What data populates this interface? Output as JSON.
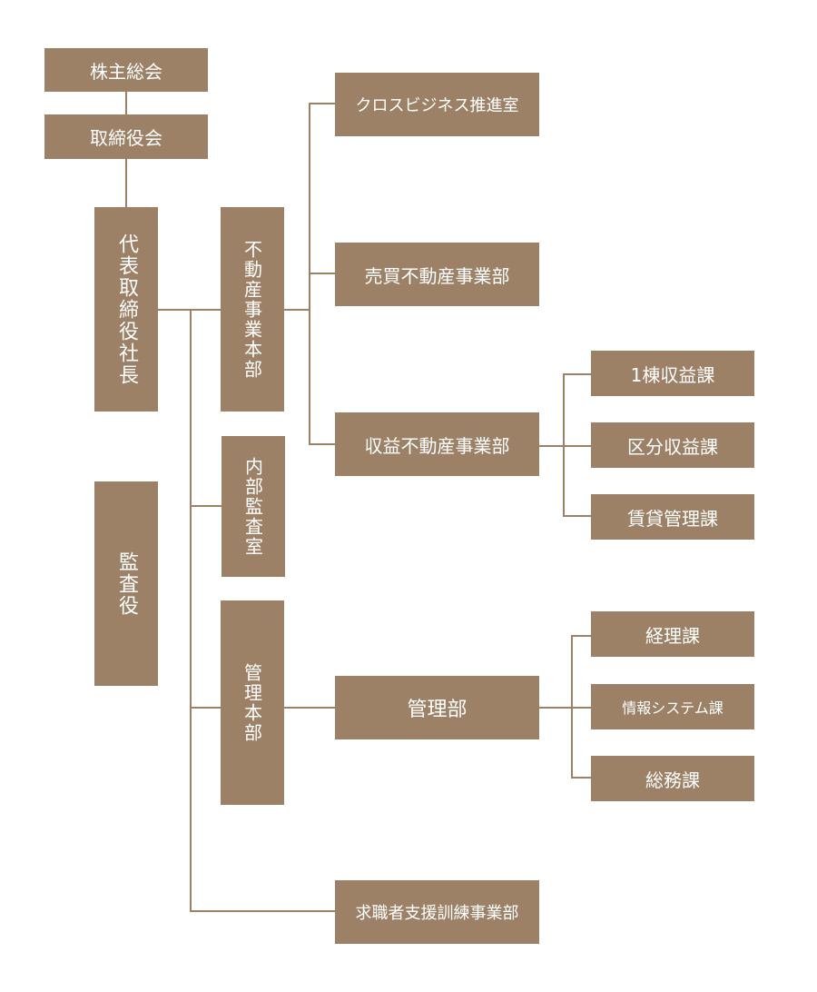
{
  "nodes": {
    "shareholders": "株主総会",
    "board": "取締役会",
    "president": "代表取締役社長",
    "auditor": "監査役",
    "real_estate_hq": "不動産事業本部",
    "internal_audit": "内部監査室",
    "admin_hq": "管理本部",
    "cross_business": "クロスビジネス推進室",
    "trading": "売買不動産事業部",
    "income_property": "収益不動産事業部",
    "admin_dept": "管理部",
    "job_support": "求職者支援訓練事業部",
    "one_building": "1棟収益課",
    "compartment": "区分収益課",
    "leasing": "賃貸管理課",
    "accounting": "経理課",
    "info_systems": "情報システム課",
    "general_affairs": "総務課"
  },
  "colors": {
    "box": "#9c8166",
    "line": "#9c8166",
    "text": "#ffffff",
    "background": "#ffffff"
  }
}
